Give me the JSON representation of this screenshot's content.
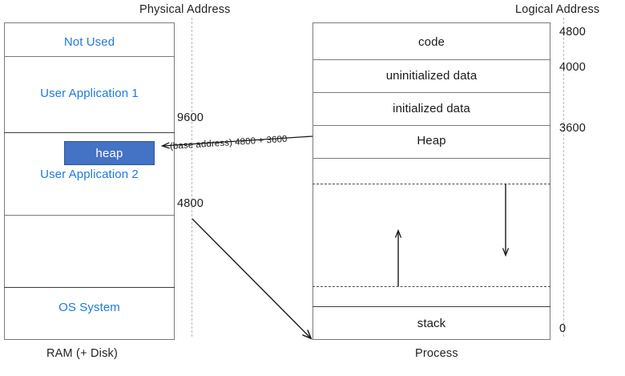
{
  "headers": {
    "physical": "Physical Address",
    "logical": "Logical Address"
  },
  "captions": {
    "left": "RAM (+ Disk)",
    "right": "Process"
  },
  "colors": {
    "label_blue": "#1f7ae0",
    "heap_fill": "#4472C4",
    "heap_text": "#ffffff",
    "frame_grey": "#7b7b7b",
    "guide_grey": "#b8b8b8",
    "text_dark": "#1a1a1a"
  },
  "ram": {
    "rows": [
      {
        "label": "Not Used"
      },
      {
        "label": "User Application 1"
      },
      {
        "label": "User Application 2"
      },
      {
        "label": ""
      },
      {
        "label": "OS System"
      }
    ],
    "heap": {
      "label": "heap"
    },
    "addresses": [
      {
        "value": "9600"
      },
      {
        "value": "4800"
      }
    ]
  },
  "process": {
    "rows": [
      {
        "label": "code"
      },
      {
        "label": "uninitialized data"
      },
      {
        "label": "initialized data"
      },
      {
        "label": "Heap"
      },
      {
        "label": ""
      },
      {
        "label": ""
      },
      {
        "label": "stack"
      }
    ],
    "addresses": [
      {
        "value": "4800"
      },
      {
        "value": "4000"
      },
      {
        "value": "3600"
      },
      {
        "value": "0"
      }
    ],
    "growth": {
      "heap_direction": "down-arrow",
      "stack_direction": "up-arrow"
    }
  },
  "mapping": {
    "note": "(base address) 4800 + 3600"
  }
}
